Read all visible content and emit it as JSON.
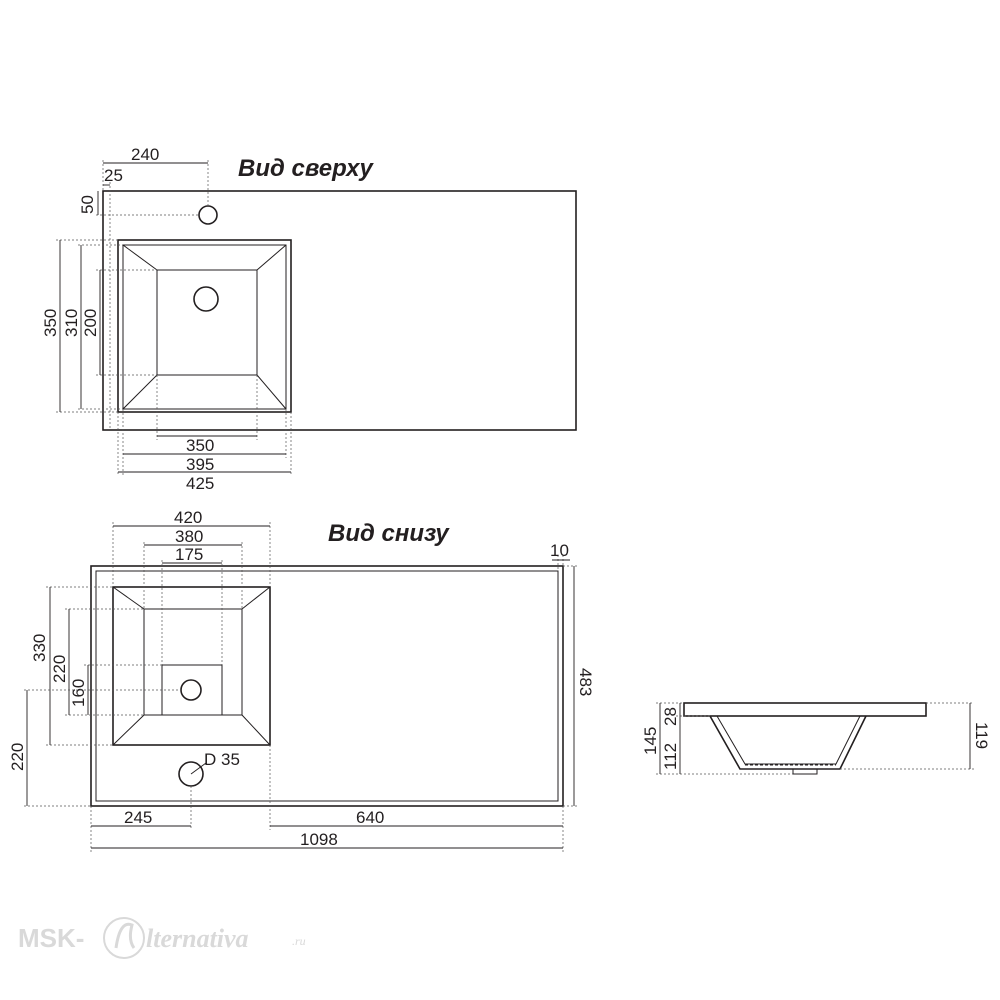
{
  "top_view": {
    "title": "Вид сверху",
    "dims": {
      "d240": "240",
      "d25": "25",
      "d50": "50",
      "d350v": "350",
      "d310": "310",
      "d200": "200",
      "d350h": "350",
      "d395": "395",
      "d425": "425"
    }
  },
  "bottom_view": {
    "title": "Вид снизу",
    "dims": {
      "d420": "420",
      "d380": "380",
      "d175": "175",
      "d10": "10",
      "d330": "330",
      "d220a": "220",
      "d160": "160",
      "d220b": "220",
      "d483": "483",
      "dia": "D 35",
      "d245": "245",
      "d640": "640",
      "d1098": "1098"
    }
  },
  "side_view": {
    "dims": {
      "d28": "28",
      "d145": "145",
      "d112": "112",
      "d119": "119"
    }
  },
  "watermark": {
    "part1": "MSK-",
    "part2": "lternativa",
    "part3": ".ru"
  }
}
